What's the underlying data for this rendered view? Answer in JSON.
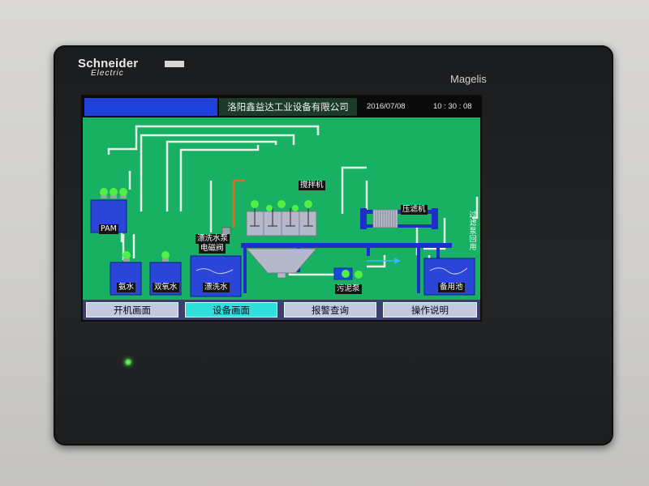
{
  "device": {
    "brand": "Schneider",
    "brand_sub": "Electric",
    "model": "Magelis"
  },
  "header": {
    "company": "洛阳鑫益达工业设备有限公司",
    "date": "2016/07/08",
    "time": "10 : 30 : 08"
  },
  "labels": {
    "pam": "PAM",
    "ammonia": "氨水",
    "peroxide": "双氧水",
    "rinse_tank": "漂洗水",
    "rinse_pump_line1": "漂洗水泵",
    "rinse_pump_line2": "电磁阀",
    "mixer": "搅拌机",
    "filter_press": "压滤机",
    "sludge_pump": "污泥泵",
    "reserve_tank": "备用池",
    "filtrate_return": "过滤泵回用"
  },
  "nav": [
    {
      "label": "开机画面",
      "active": false
    },
    {
      "label": "设备画面",
      "active": true
    },
    {
      "label": "报警查询",
      "active": false
    },
    {
      "label": "操作说明",
      "active": false
    }
  ],
  "colors": {
    "screen_bg": "#18b062",
    "pipe": "#e8f0e8",
    "frame_blue": "#1e2ec8",
    "indicator": "#52f046",
    "active_nav": "#2ee0dc"
  },
  "icons": [
    "status-light-icon",
    "agitator-icon",
    "pump-icon",
    "flow-arrow-icon",
    "filter-plate-icon"
  ]
}
